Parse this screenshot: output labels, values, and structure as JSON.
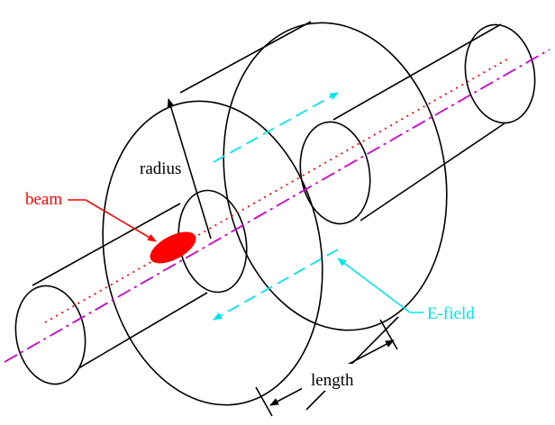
{
  "labels": {
    "radius": "radius",
    "beam": "beam",
    "e_field": "E-field",
    "length": "length"
  },
  "colors": {
    "outline": "#000000",
    "beam": "#ff0000",
    "axis": "#cc00cc",
    "beam_path": "#ff0000",
    "field": "#00e5ee",
    "background": "#ffffff"
  }
}
